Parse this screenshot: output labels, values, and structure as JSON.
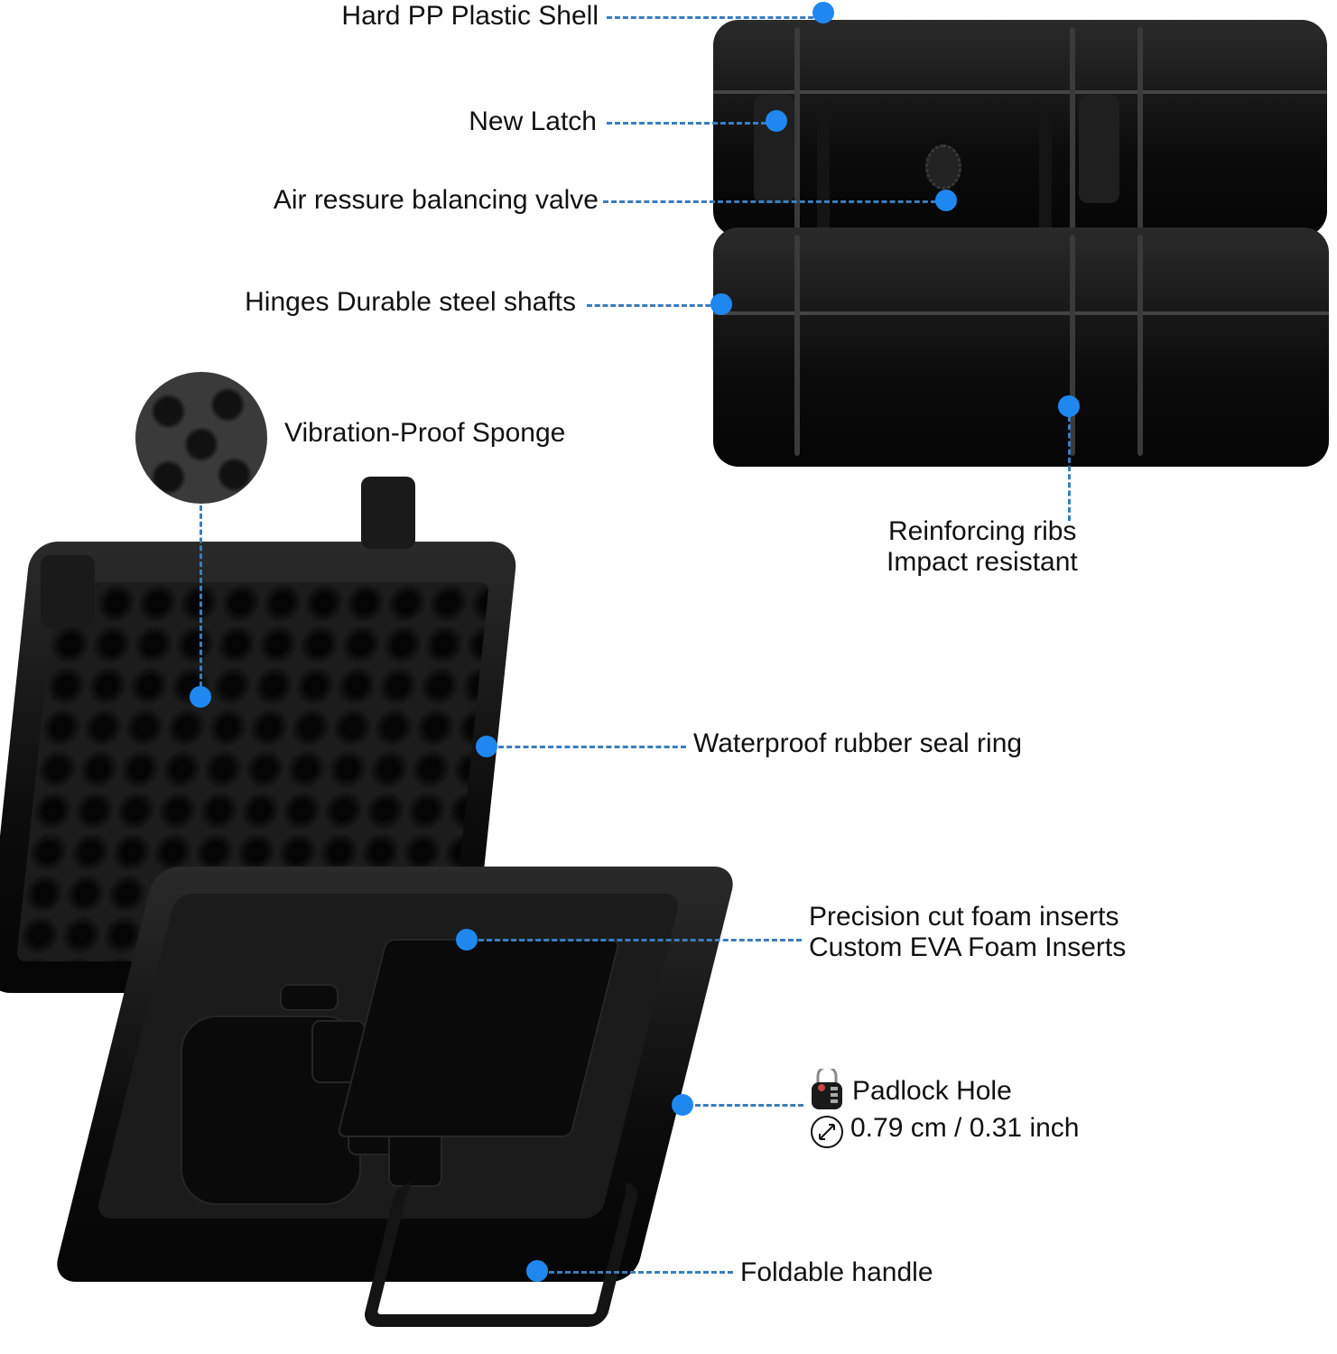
{
  "product": "Hard waterproof carrying case with foam inserts",
  "colors": {
    "callout_dot": "#1e88f0",
    "callout_line": "#3a7dbd",
    "text": "#111111",
    "case": "#0c0c0c"
  },
  "callouts": [
    {
      "id": "shell",
      "label": "Hard PP Plastic Shell"
    },
    {
      "id": "latch",
      "label": "New Latch"
    },
    {
      "id": "valve",
      "label": "Air ressure balancing valve"
    },
    {
      "id": "hinges",
      "label": "Hinges Durable steel shafts"
    },
    {
      "id": "sponge",
      "label": "Vibration-Proof Sponge"
    },
    {
      "id": "ribs",
      "line1": "Reinforcing ribs",
      "line2": "Impact resistant"
    },
    {
      "id": "seal",
      "label": "Waterproof rubber seal ring"
    },
    {
      "id": "foam",
      "line1": "Precision cut foam inserts",
      "line2": "Custom EVA Foam Inserts"
    },
    {
      "id": "padlock",
      "line1": "Padlock Hole",
      "line2": "0.79 cm / 0.31 inch",
      "icon": "padlock-icon",
      "icon2": "diameter-icon"
    },
    {
      "id": "handle",
      "label": "Foldable handle"
    }
  ]
}
